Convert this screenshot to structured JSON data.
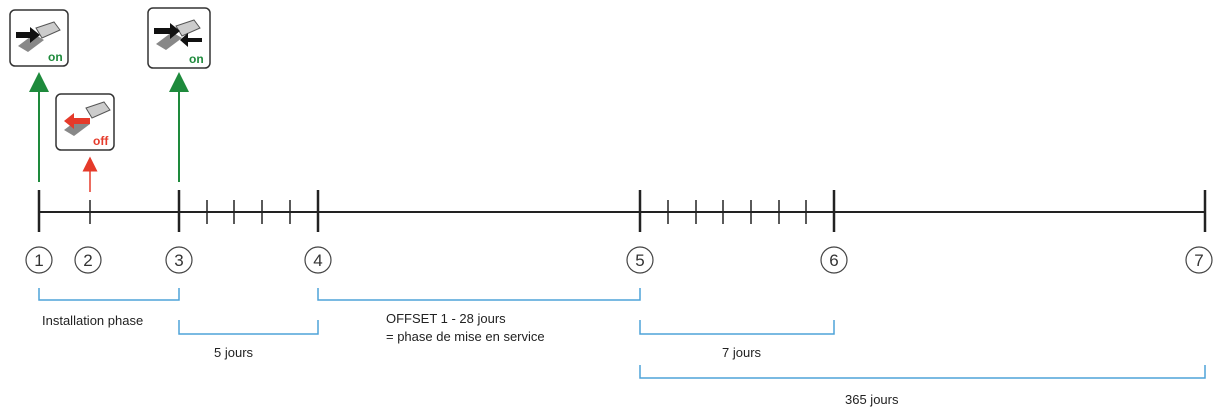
{
  "timeline": {
    "points": [
      "1",
      "2",
      "3",
      "4",
      "5",
      "6",
      "7"
    ]
  },
  "connector_icons": [
    {
      "state": "on",
      "color": "#1e8a3c"
    },
    {
      "state": "off",
      "color": "#e53a2a"
    },
    {
      "state": "on",
      "color": "#1e8a3c"
    }
  ],
  "brackets": {
    "installation": "Installation phase",
    "five_days": "5 jours",
    "offset_line1": "OFFSET 1 - 28 jours",
    "offset_line2": "= phase de mise en service",
    "seven_days": "7 jours",
    "year": "365 jours"
  },
  "colors": {
    "axis": "#222222",
    "bracket": "#4ea3d9",
    "arrow_on": "#1e8a3c",
    "arrow_off": "#e53a2a"
  }
}
